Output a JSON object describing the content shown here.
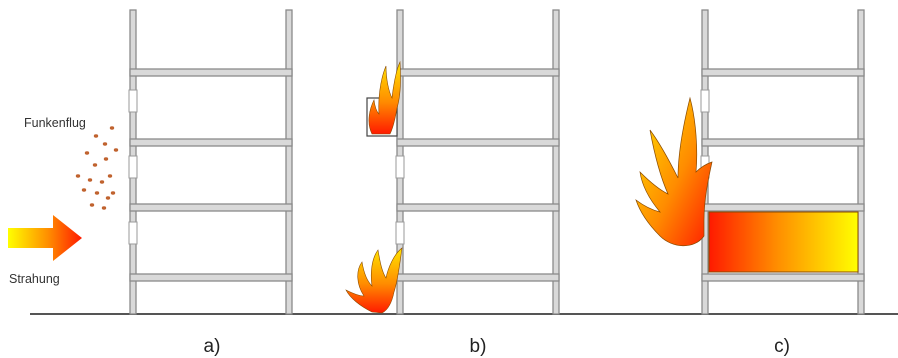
{
  "labels": {
    "spark_flight": "Funkenflug",
    "radiation": "Strahung"
  },
  "panels": [
    {
      "id": "a",
      "caption": "a)"
    },
    {
      "id": "b",
      "caption": "b)"
    },
    {
      "id": "c",
      "caption": "c)"
    }
  ],
  "colors": {
    "wall_fill": "#d9d9d9",
    "wall_stroke": "#8a8a8a",
    "ground": "#555555",
    "spark": "#c0622e",
    "fire_hot": "#ff1a00",
    "fire_mid": "#ff8c00",
    "fire_cool": "#ffff00"
  }
}
